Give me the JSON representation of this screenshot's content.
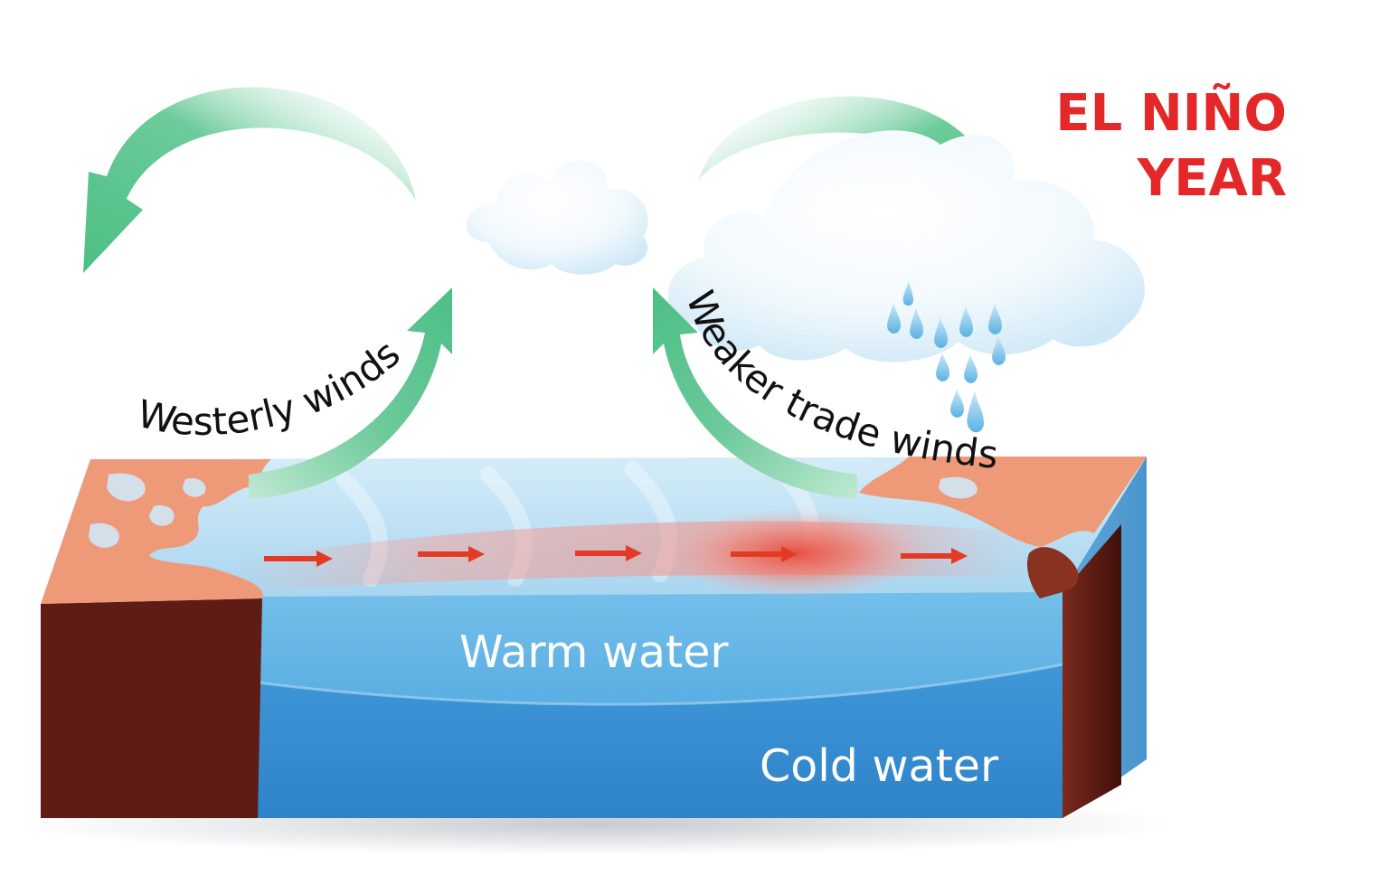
{
  "title": {
    "line1": "EL NIÑO",
    "line2": "YEAR"
  },
  "labels": {
    "westerly_winds": "Westerly winds",
    "weaker_trade_winds": "Weaker trade winds",
    "warm_water": "Warm water",
    "cold_water": "Cold water"
  },
  "colors": {
    "title": "#e4282a",
    "arrow_green": "#4cbf84",
    "land": "#ee9a78",
    "cliff": "#5e1c14",
    "warm_water": "#6ab7e8",
    "cold_water": "#3a8fd2",
    "warm_pool": "#e84a3c",
    "current_arrow": "#e23a25"
  }
}
